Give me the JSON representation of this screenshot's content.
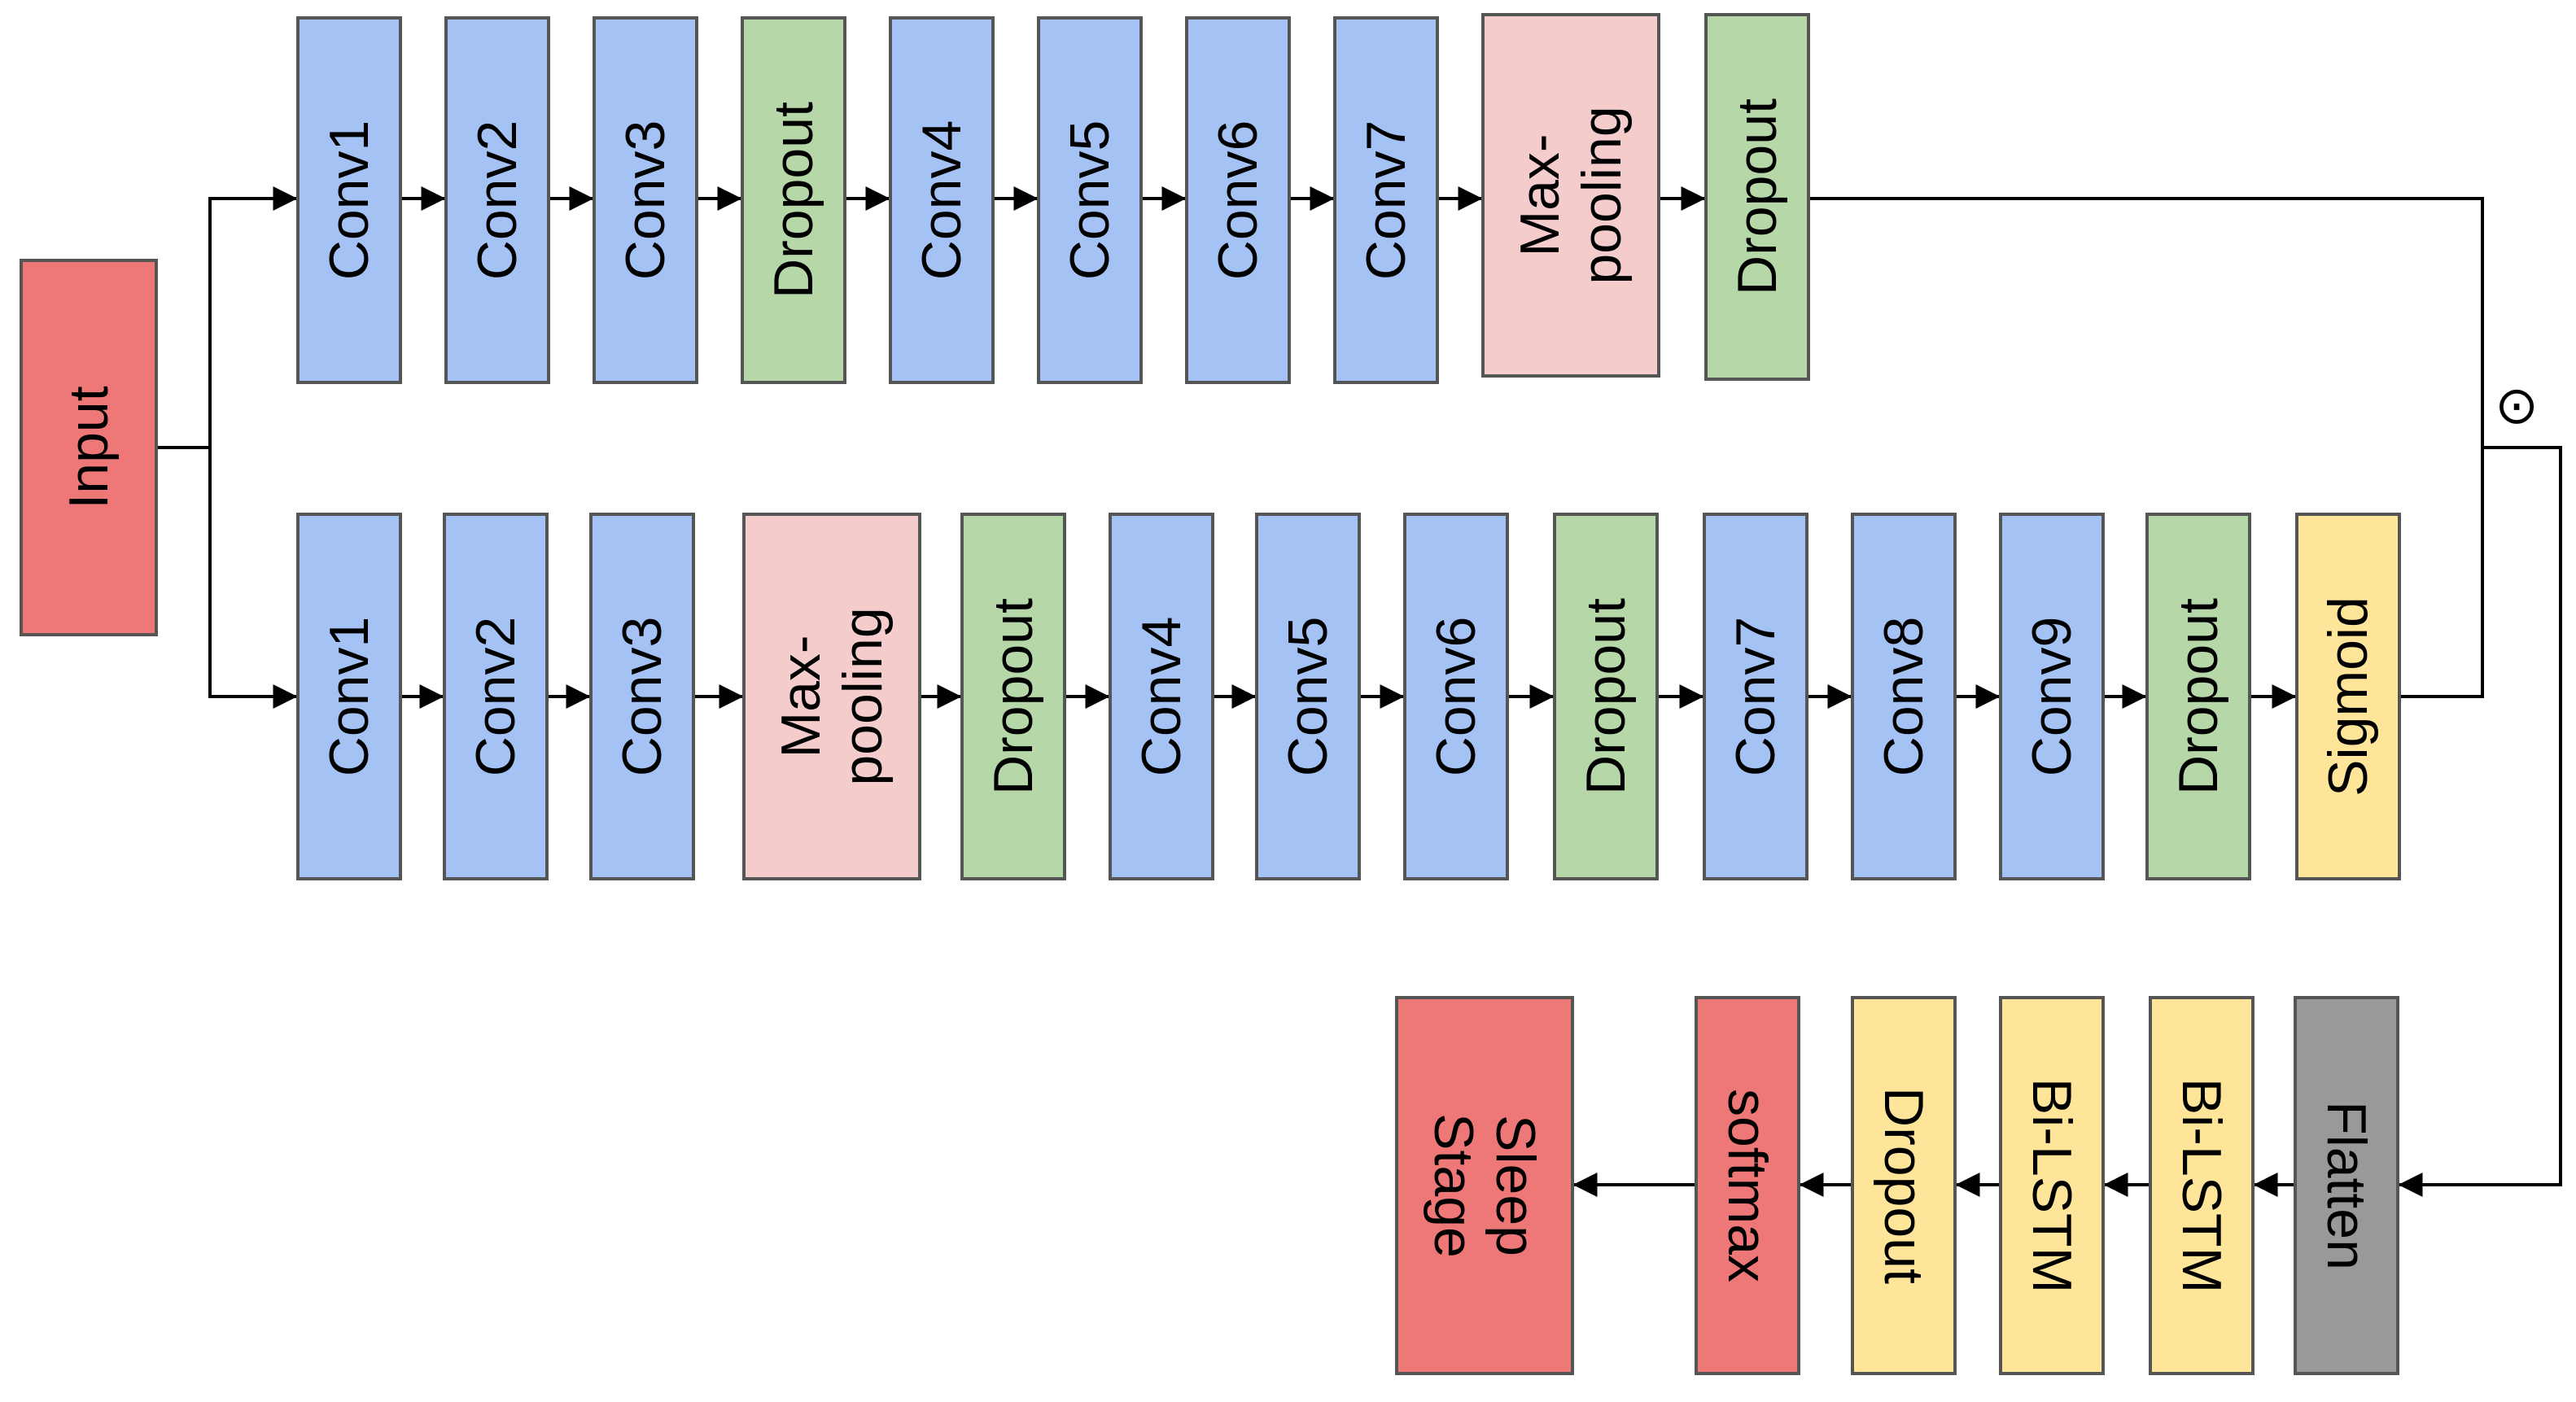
{
  "colors": {
    "input": "#EE7777",
    "conv": "#A4C2F4",
    "dropout": "#B6D7A8",
    "maxpool": "#F4CCCC",
    "sigmoid": "#FFE599",
    "flatten": "#999999",
    "bilstm": "#FFE599",
    "softmax": "#EE7777",
    "output": "#EE7777",
    "stroke": "#555555",
    "line": "#000000"
  },
  "input": {
    "label": "Input"
  },
  "top_branch": [
    {
      "label": "Conv1",
      "kind": "conv"
    },
    {
      "label": "Conv2",
      "kind": "conv"
    },
    {
      "label": "Conv3",
      "kind": "conv"
    },
    {
      "label": "Dropout",
      "kind": "dropout"
    },
    {
      "label": "Conv4",
      "kind": "conv"
    },
    {
      "label": "Conv5",
      "kind": "conv"
    },
    {
      "label": "Conv6",
      "kind": "conv"
    },
    {
      "label": "Conv7",
      "kind": "conv"
    },
    {
      "label": "Max-\npooling",
      "kind": "maxpool"
    },
    {
      "label": "Dropout",
      "kind": "dropout"
    }
  ],
  "bottom_branch": [
    {
      "label": "Conv1",
      "kind": "conv"
    },
    {
      "label": "Conv2",
      "kind": "conv"
    },
    {
      "label": "Conv3",
      "kind": "conv"
    },
    {
      "label": "Max-\npooling",
      "kind": "maxpool"
    },
    {
      "label": "Dropout",
      "kind": "dropout"
    },
    {
      "label": "Conv4",
      "kind": "conv"
    },
    {
      "label": "Conv5",
      "kind": "conv"
    },
    {
      "label": "Conv6",
      "kind": "conv"
    },
    {
      "label": "Dropout",
      "kind": "dropout"
    },
    {
      "label": "Conv7",
      "kind": "conv"
    },
    {
      "label": "Conv8",
      "kind": "conv"
    },
    {
      "label": "Conv9",
      "kind": "conv"
    },
    {
      "label": "Dropout",
      "kind": "dropout"
    },
    {
      "label": "Sigmoid",
      "kind": "sigmoid"
    }
  ],
  "merge_operator": "⊙",
  "output_branch": [
    {
      "label": "Flatten",
      "kind": "flatten"
    },
    {
      "label": "Bi-LSTM",
      "kind": "bilstm"
    },
    {
      "label": "Bi-LSTM",
      "kind": "bilstm"
    },
    {
      "label": "Dropout",
      "kind": "bilstm"
    },
    {
      "label": "softmax",
      "kind": "softmax"
    },
    {
      "label": "Sleep\nStage",
      "kind": "output"
    }
  ]
}
